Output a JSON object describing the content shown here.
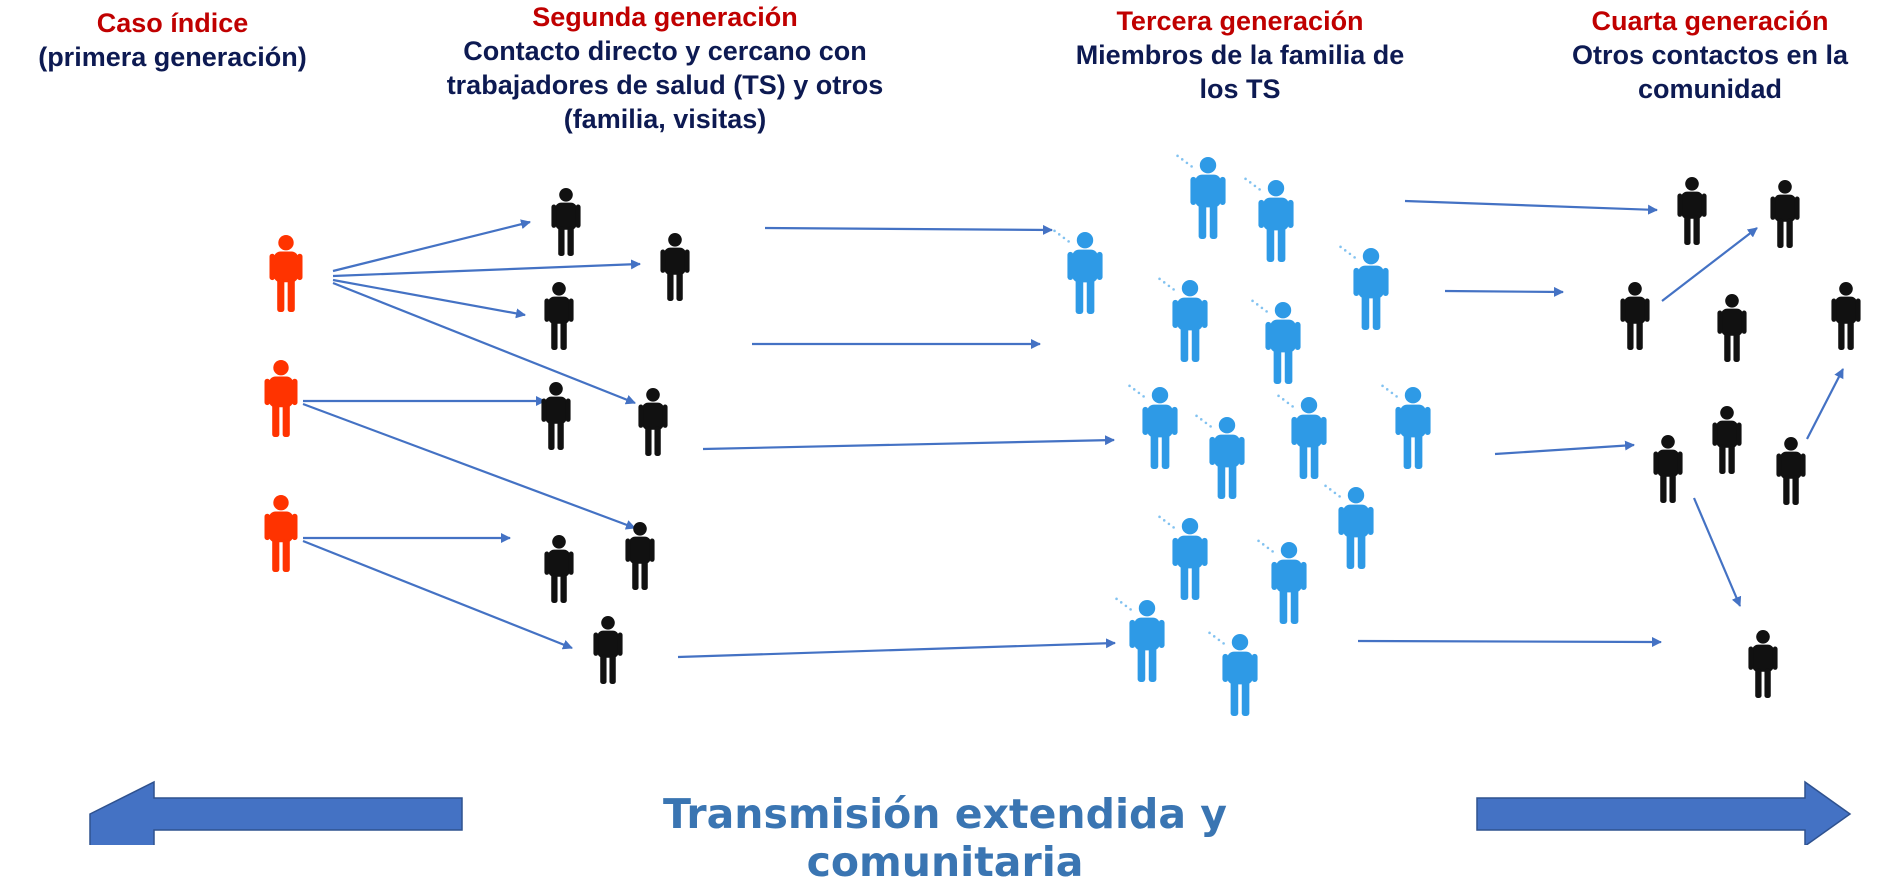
{
  "headers": {
    "first": {
      "title": "Caso índice",
      "subtitle": "(primera generación)"
    },
    "second": {
      "title": "Segunda generación",
      "subtitle_lines": [
        "Contacto directo y cercano con",
        "trabajadores de salud (TS) y otros",
        "(familia, visitas)"
      ]
    },
    "third": {
      "title": "Tercera generación",
      "subtitle_lines": [
        "Miembros de la familia de",
        "los TS"
      ]
    },
    "fourth": {
      "title": "Cuarta generación",
      "subtitle_lines": [
        "Otros contactos en la",
        "comunidad"
      ]
    }
  },
  "footer": {
    "label": "Transmisión extendida y comunitaria"
  },
  "colors": {
    "index_case": "#ff3300",
    "second_gen": "#111111",
    "third_gen": "#2e9ae6",
    "fourth_gen": "#111111",
    "connector": "#4472c4",
    "footer_arrow": "#4472c4",
    "title_red": "#c00000",
    "title_navy": "#0d1a52"
  },
  "icons": {
    "person": "person-icon",
    "left_arrow": "left-arrow-icon",
    "right_arrow": "right-arrow-icon"
  }
}
